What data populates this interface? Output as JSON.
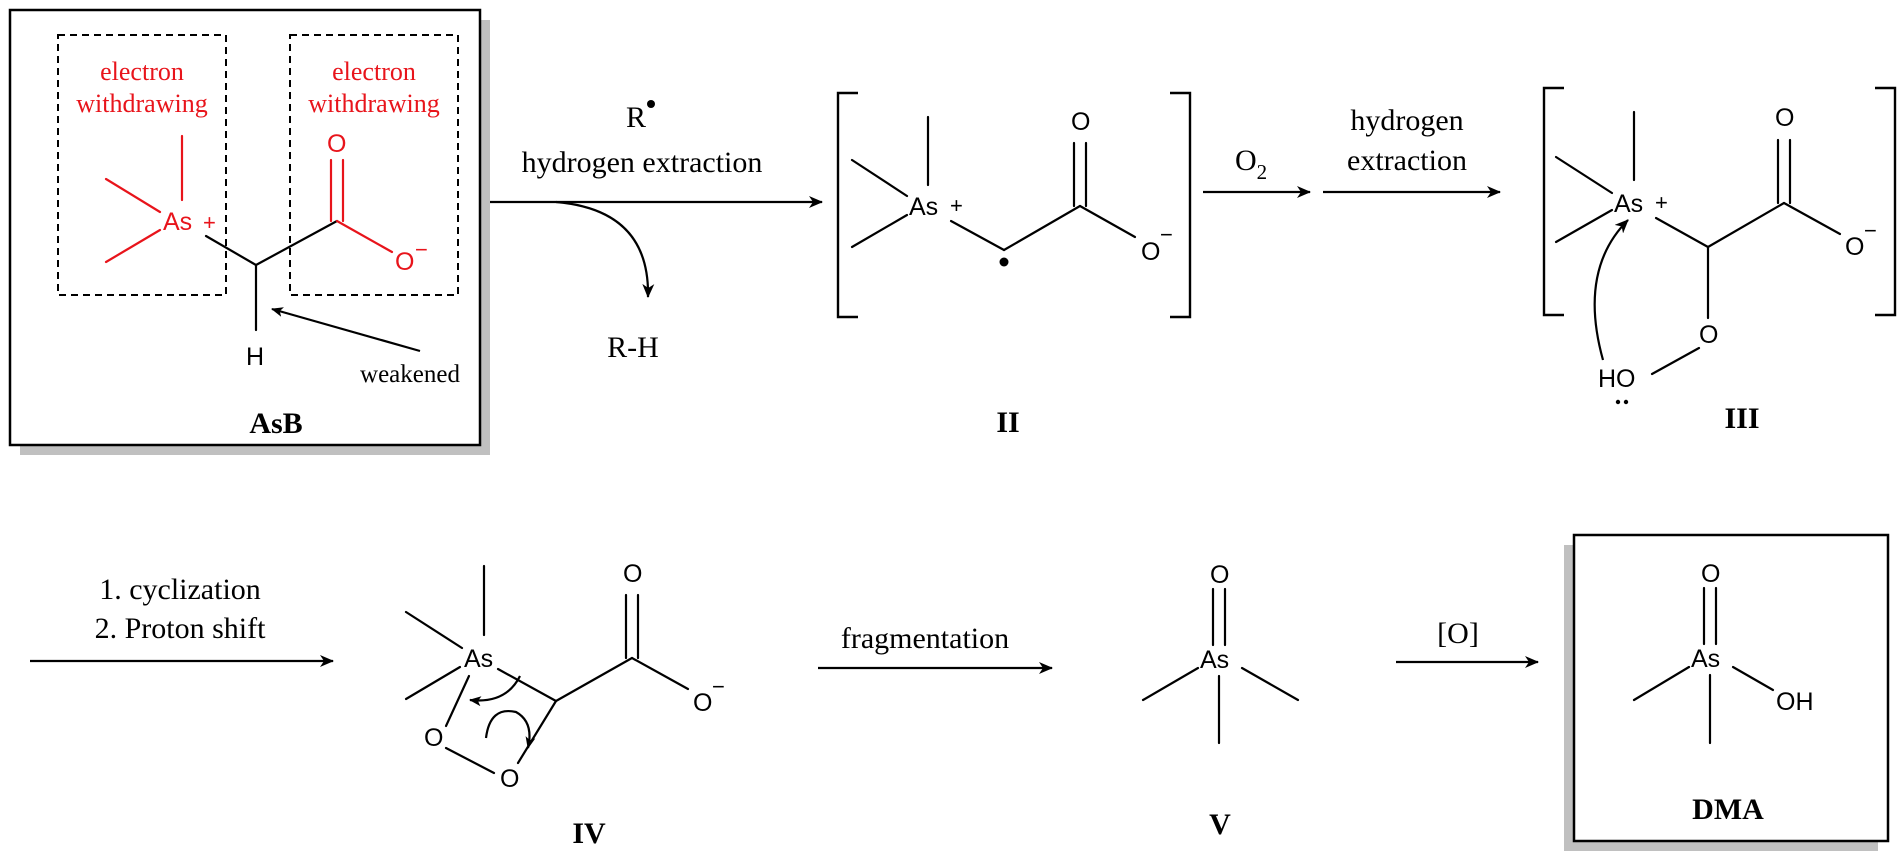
{
  "labels": {
    "asb": "AsB",
    "ii": "II",
    "iii": "III",
    "iv": "IV",
    "v": "V",
    "dma": "DMA"
  },
  "annotations": {
    "ew_line1": "electron",
    "ew_line2": "withdrawing",
    "weakened": "weakened"
  },
  "atoms": {
    "arsenic": "As",
    "plus": "+",
    "oxygen": "O",
    "minus": "−",
    "hydrogen": "H",
    "hydroxyl": "OH",
    "hydroperoxy_h": "HO"
  },
  "conditions": {
    "step1_reagent": "R",
    "step1_text": "hydrogen extraction",
    "step1_byproduct": "R-H",
    "step2_reagent": "O",
    "step2_subscript": "2",
    "step3_line1": "hydrogen",
    "step3_line2": "extraction",
    "step4_line1": "1. cyclization",
    "step4_line2": "2. Proton shift",
    "step5": "fragmentation",
    "step6": "[O]"
  },
  "colors": {
    "highlight": "#e8141b",
    "box_shadow": "#c0c0c0"
  }
}
